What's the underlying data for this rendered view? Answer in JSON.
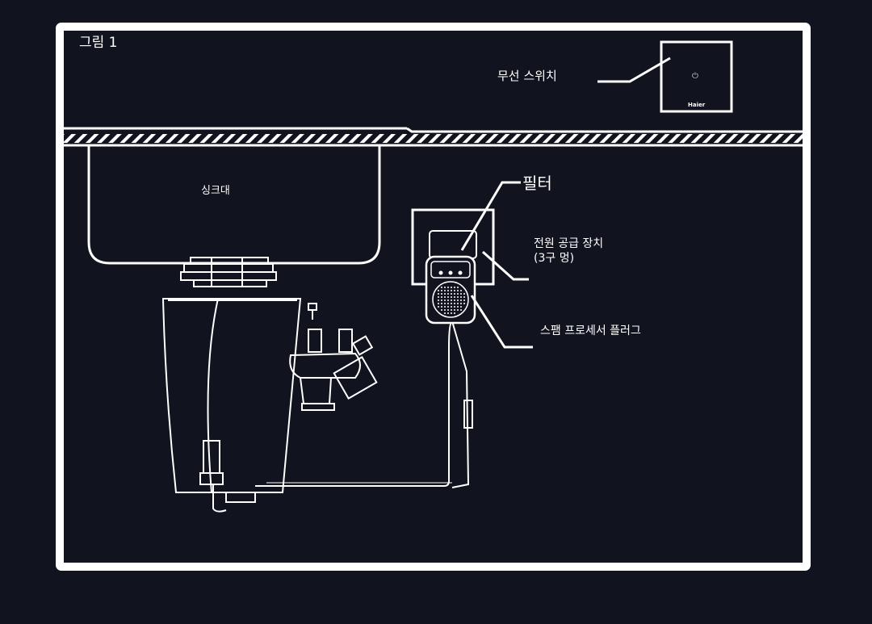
{
  "figure": {
    "title": "그림 1"
  },
  "labels": {
    "wireless_switch": "무선 스위치",
    "sink": "싱크대",
    "filter": "필터",
    "power_supply": "전원 공급 장치 (3구 멍)",
    "spam_processor_plug": "스팸 프로세서 플러그"
  },
  "switch_panel": {
    "brand": "Haier",
    "icon": "power-icon"
  },
  "colors": {
    "background": "#11131f",
    "line": "#ffffff"
  }
}
